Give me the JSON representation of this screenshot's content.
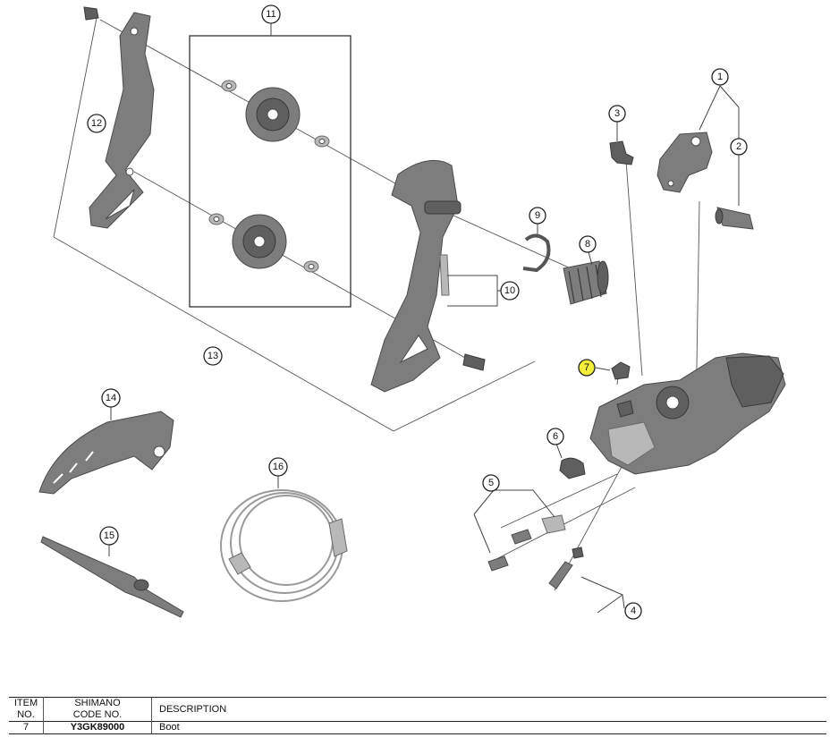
{
  "callouts": [
    {
      "id": "c1",
      "label": "1"
    },
    {
      "id": "c2",
      "label": "2"
    },
    {
      "id": "c3",
      "label": "3"
    },
    {
      "id": "c4",
      "label": "4"
    },
    {
      "id": "c5",
      "label": "5"
    },
    {
      "id": "c6",
      "label": "6"
    },
    {
      "id": "c7",
      "label": "7",
      "highlighted": true
    },
    {
      "id": "c8",
      "label": "8"
    },
    {
      "id": "c9",
      "label": "9"
    },
    {
      "id": "c10",
      "label": "10"
    },
    {
      "id": "c11",
      "label": "11"
    },
    {
      "id": "c12",
      "label": "12"
    },
    {
      "id": "c13",
      "label": "13"
    },
    {
      "id": "c14",
      "label": "14"
    },
    {
      "id": "c15",
      "label": "15"
    },
    {
      "id": "c16",
      "label": "16"
    }
  ],
  "colors": {
    "highlight": "#f2ee3a",
    "part": "#7d7d7d",
    "outline": "#222222"
  },
  "table": {
    "headers": {
      "item_line1": "ITEM",
      "item_line2": "NO.",
      "code_line1": "SHIMANO",
      "code_line2": "CODE NO.",
      "description": "DESCRIPTION"
    },
    "rows": [
      {
        "item": "7",
        "code": "Y3GK89000",
        "description": "Boot"
      }
    ]
  }
}
